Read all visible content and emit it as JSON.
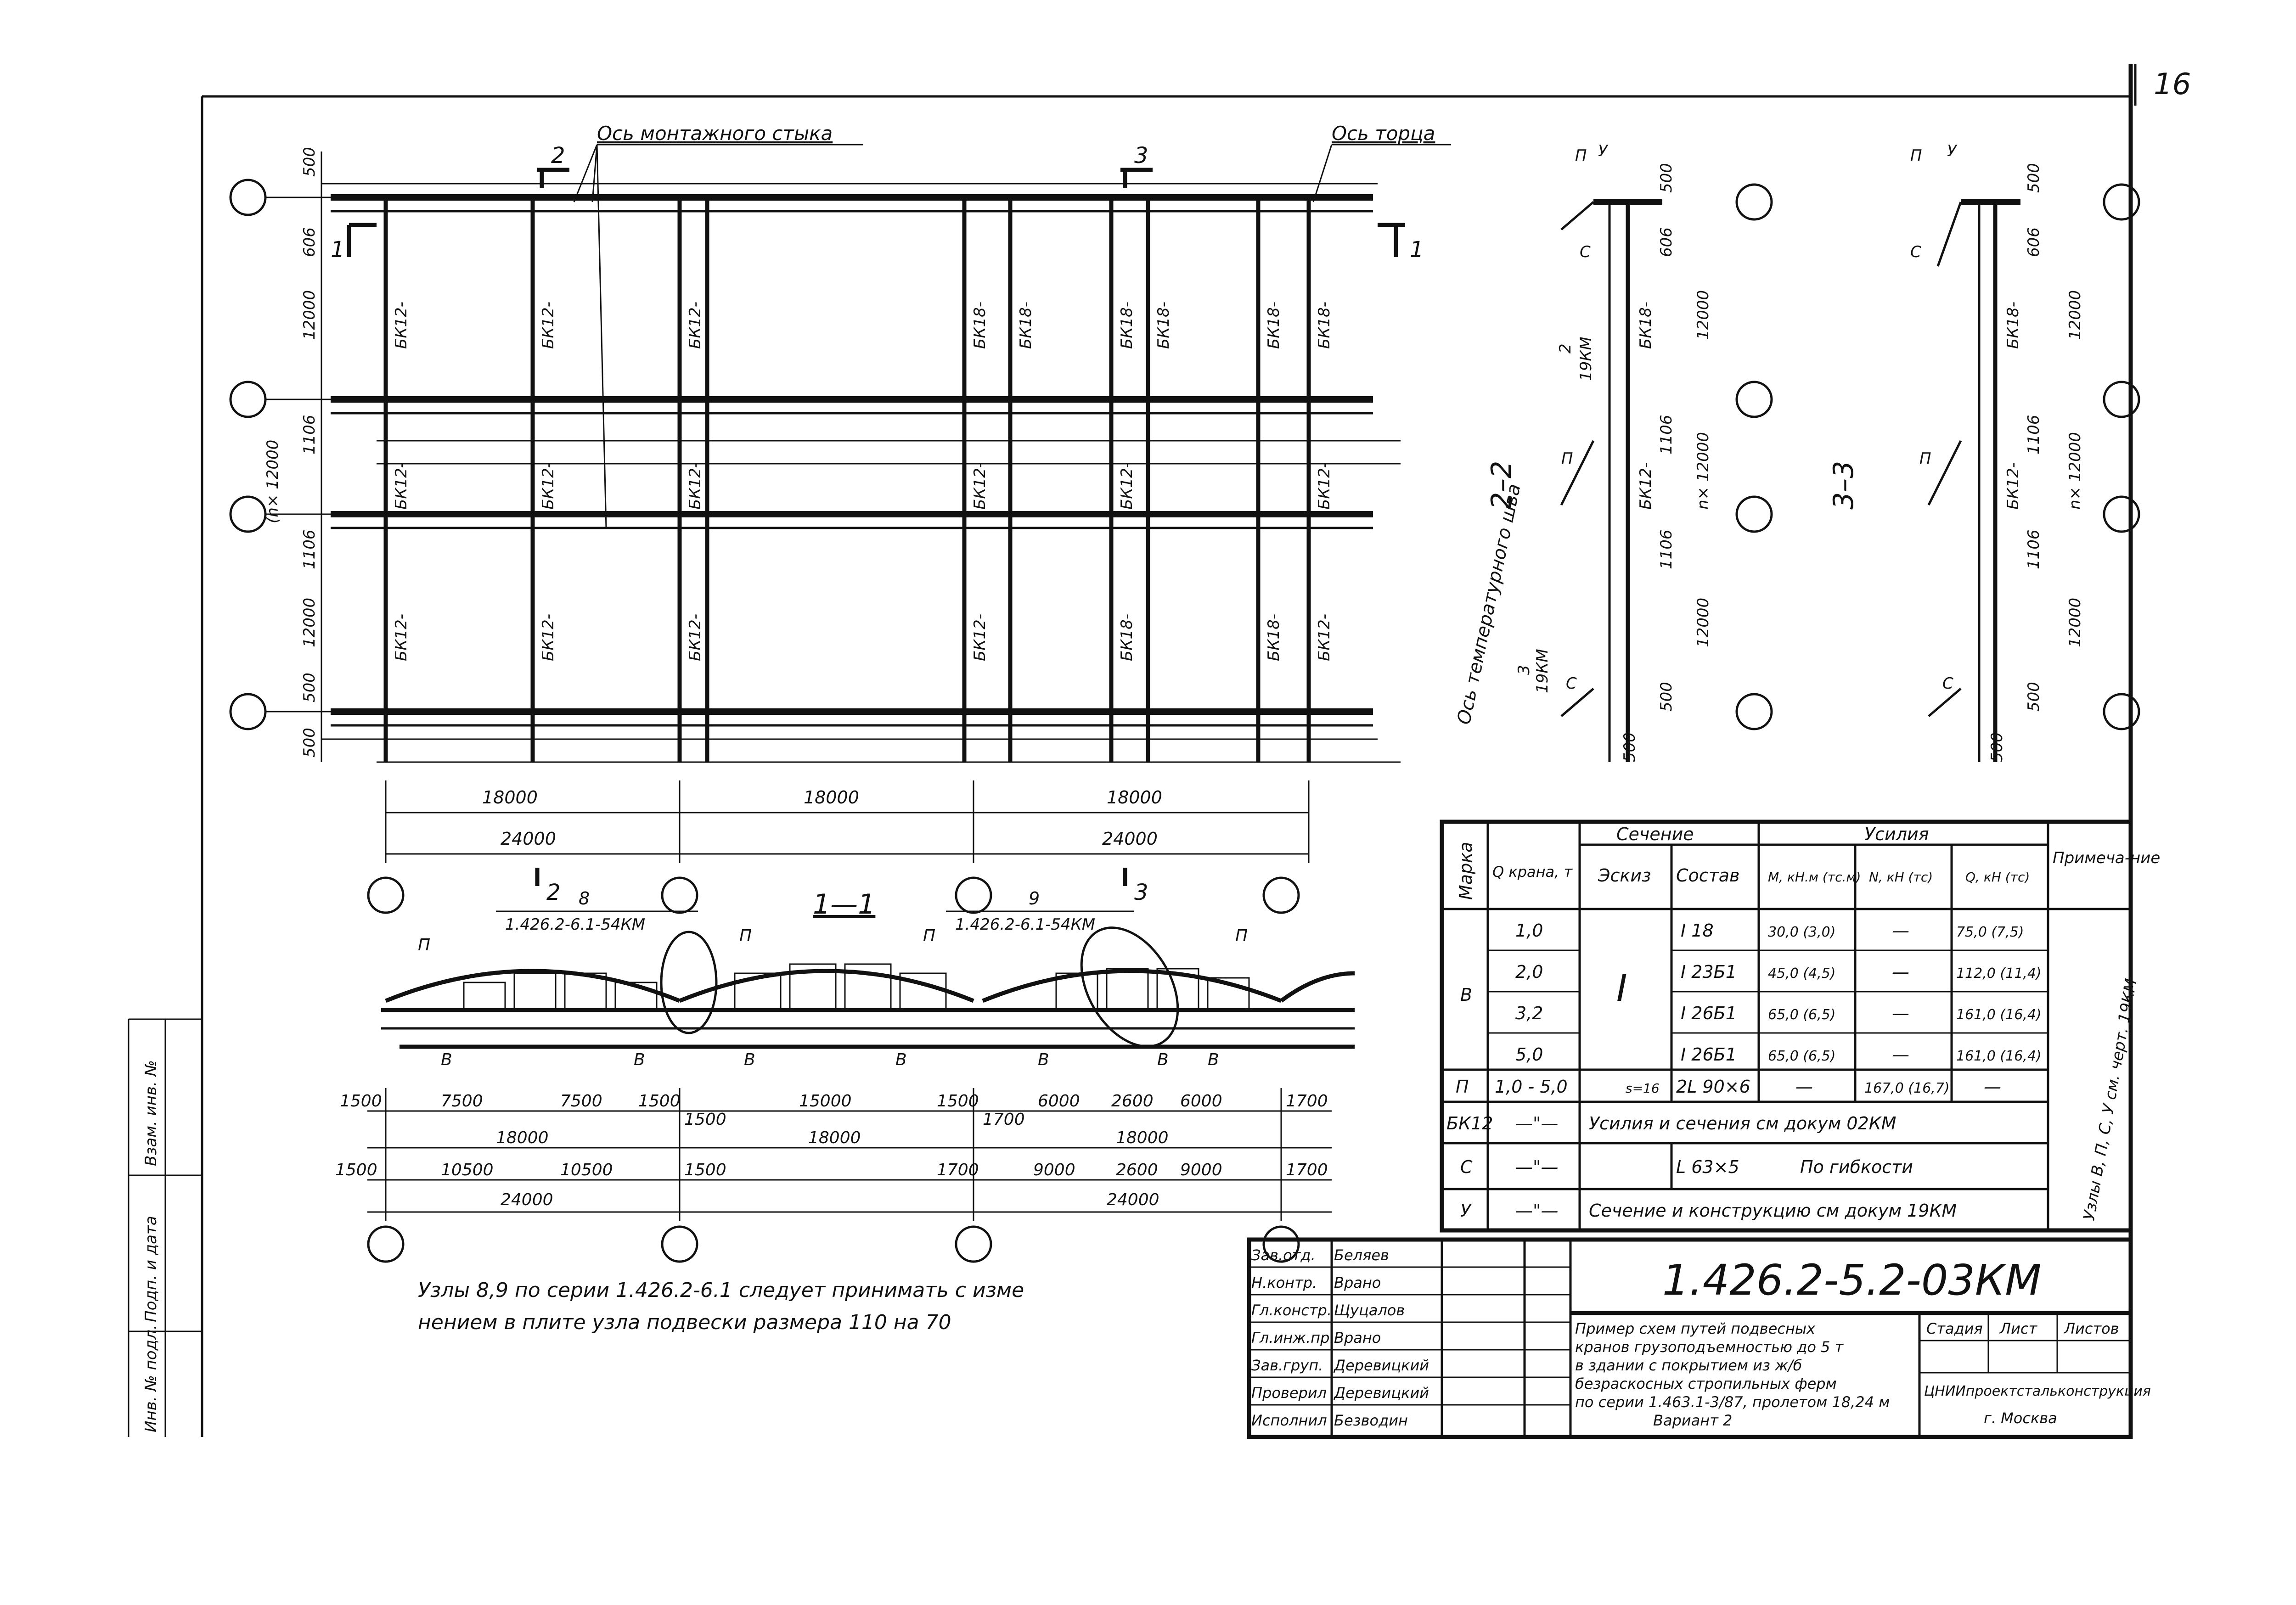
{
  "sheet_number": "16",
  "plan": {
    "axis_montage_label": "Ось монтажного стыка",
    "axis_end_label": "Ось торца",
    "axis_temp_label": "Ось температурного шва",
    "section_marks": [
      "1",
      "1",
      "2",
      "2",
      "3",
      "3"
    ],
    "beam_label": "БК12-",
    "beam_label_alt": "БК18-",
    "side_dims": [
      "500",
      "606",
      "12000",
      "1106",
      "(n× 12000",
      "1106",
      "12000",
      "500",
      "500"
    ],
    "bottom_dims_18": [
      "18000",
      "18000",
      "18000"
    ],
    "bottom_dims_24": [
      "24000",
      "24000"
    ]
  },
  "section_2_2": {
    "title": "2–2",
    "callout_2": "2",
    "callout_2_ref": "19КМ",
    "callout_3": "3",
    "callout_3_ref": "19КМ",
    "letters": [
      "П",
      "У",
      "С",
      "П",
      "С"
    ],
    "beam": "БК18-",
    "beam2": "БК12-",
    "dims": [
      "500",
      "606",
      "12000",
      "1106",
      "n× 12000",
      "1106",
      "12000",
      "500",
      "500"
    ]
  },
  "section_3_3": {
    "title": "3–3",
    "letters": [
      "П",
      "У",
      "С",
      "П",
      "С"
    ],
    "beam": "БК18-",
    "beam2": "БК12-",
    "dims": [
      "500",
      "606",
      "12000",
      "1106",
      "n× 12000",
      "1106",
      "12000",
      "500",
      "500"
    ]
  },
  "section_1_1": {
    "title": "1—1",
    "callout_8": "8",
    "callout_8_ref": "1.426.2-6.1-54КМ",
    "callout_9": "9",
    "callout_9_ref": "1.426.2-6.1-54КМ",
    "letters": [
      "П",
      "П",
      "П",
      "П",
      "В",
      "В",
      "В",
      "В",
      "В",
      "В",
      "В"
    ],
    "dims_row1": [
      "1500",
      "7500",
      "7500",
      "1500",
      "15000",
      "1500",
      "6000",
      "2600",
      "6000",
      "1700"
    ],
    "dims_row2": [
      "18000",
      "1500",
      "18000",
      "1700",
      "18000"
    ],
    "dims_row3": [
      "1500",
      "10500",
      "10500",
      "1500",
      "1700",
      "9000",
      "2600",
      "9000",
      "1700"
    ],
    "dims_row4": [
      "24000",
      "24000"
    ]
  },
  "note": {
    "line1": "Узлы 8,9 по серии 1.426.2-6.1 следует принимать с изме",
    "line2": "нением в плите узла подвески размера 110 на 70"
  },
  "table": {
    "headers": {
      "marka": "Марка",
      "q_crane": "Q крана, т",
      "section": "Сечение",
      "sketch": "Эскиз",
      "composition": "Состав",
      "forces": "Усилия",
      "m": "M, кН.м (тс.м)",
      "n": "N, кН (тс)",
      "q": "Q, кН (тс)",
      "note": "Примеча-ние"
    },
    "rows": [
      {
        "marka": "В",
        "q": "1,0",
        "comp": "I 18",
        "m": "30,0 (3,0)",
        "n": "—",
        "qv": "75,0 (7,5)"
      },
      {
        "marka": "",
        "q": "2,0",
        "comp": "I 23Б1",
        "m": "45,0 (4,5)",
        "n": "—",
        "qv": "112,0 (11,4)"
      },
      {
        "marka": "",
        "q": "3,2",
        "comp": "I 26Б1",
        "m": "65,0 (6,5)",
        "n": "—",
        "qv": "161,0 (16,4)"
      },
      {
        "marka": "",
        "q": "5,0",
        "comp": "I 26Б1",
        "m": "65,0 (6,5)",
        "n": "—",
        "qv": "161,0 (16,4)"
      },
      {
        "marka": "П",
        "q": "1,0 - 5,0",
        "comp": "2L 90×6",
        "m": "—",
        "n": "167,0 (16,7)",
        "qv": "—"
      }
    ],
    "sketch_i": "I",
    "sketch_p": "s=16",
    "row_bk12": {
      "marka": "БК12",
      "q": "—\"—",
      "text": "Усилия и сечения см докум 02КМ"
    },
    "row_c": {
      "marka": "С",
      "q": "—\"—",
      "comp": "L 63×5",
      "text": "По гибкости"
    },
    "row_u": {
      "marka": "У",
      "q": "—\"—",
      "text": "Сечение и конструкцию см докум 19КМ"
    },
    "note_text": "Узлы В, П, С, У см. черт. 19КМ"
  },
  "title_block": {
    "code": "1.426.2-5.2-03КМ",
    "roles": [
      "Зав.отд.",
      "Н.контр.",
      "Гл.констр.",
      "Гл.инж.пр.",
      "Зав.груп.",
      "Проверил",
      "Исполнил"
    ],
    "names": [
      "Беляев",
      "Врано",
      "Щуцалов",
      "Врано",
      "Деревицкий",
      "Деревицкий",
      "Безводин"
    ],
    "description": [
      "Пример схем путей подвесных",
      "кранов грузоподъемностью до 5 т",
      "в здании с покрытием из ж/б",
      "безраскосных стропильных ферм",
      "по серии 1.463.1-3/87, пролетом 18,24 м",
      "Вариант 2"
    ],
    "stage": "Стадия",
    "sheet": "Лист",
    "sheets": "Листов",
    "org": "ЦНИИпроектстальконструкция",
    "city": "г. Москва"
  },
  "left_margin": {
    "text1": "Взам. инв. №",
    "text2": "Подп. и дата",
    "text3": "Инв. № подл."
  }
}
